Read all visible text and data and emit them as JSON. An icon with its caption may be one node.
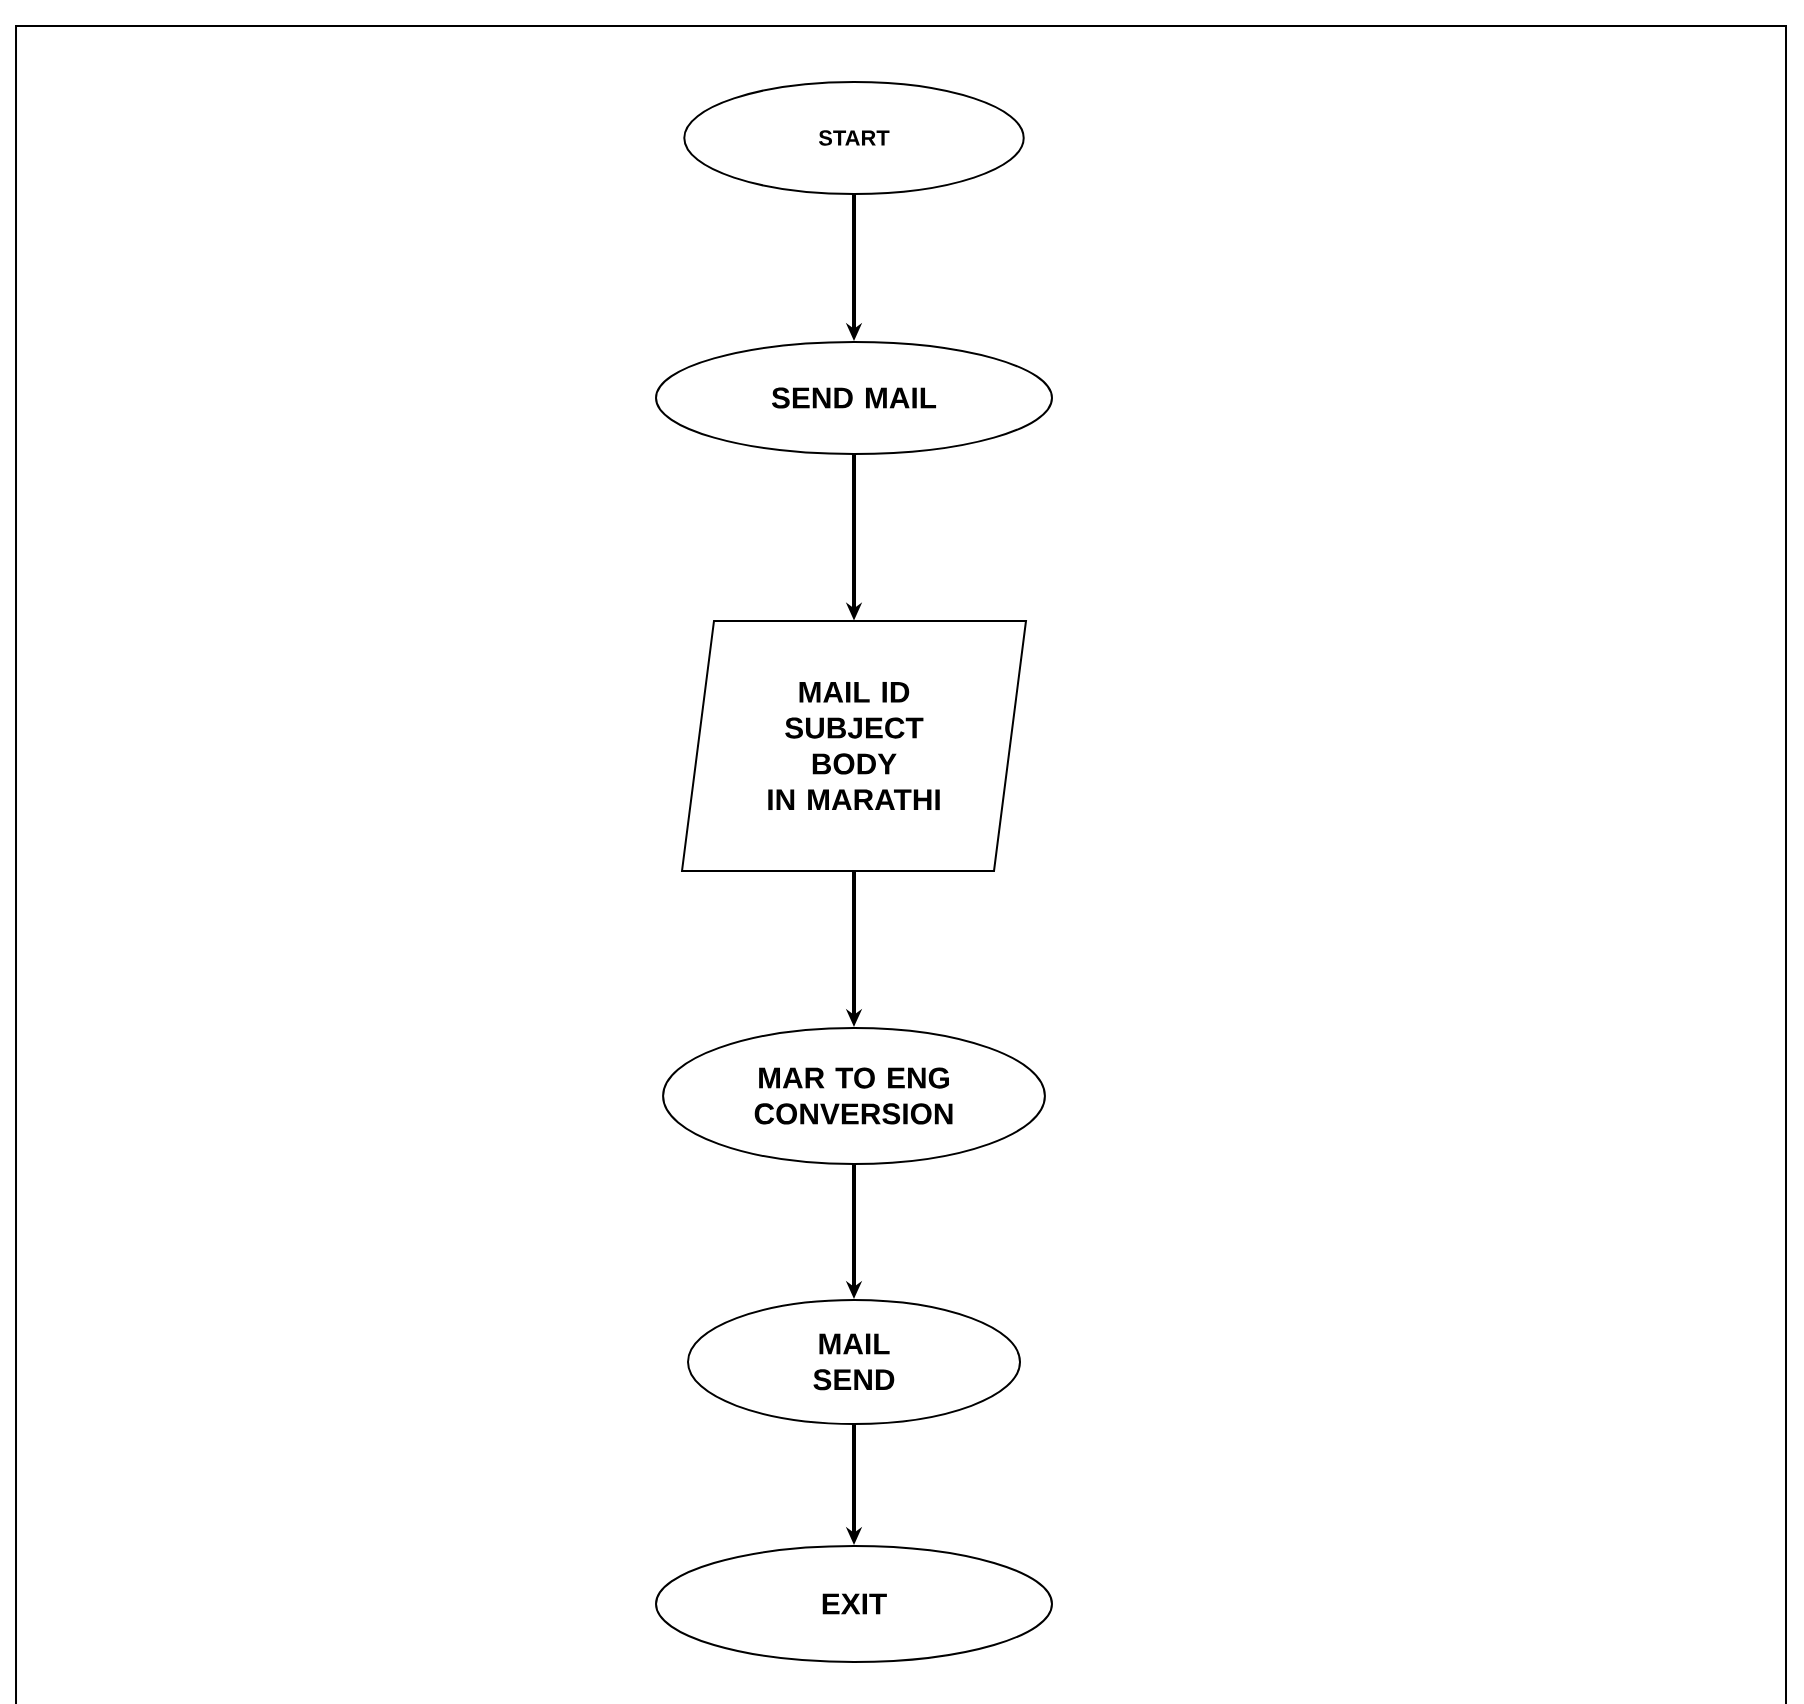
{
  "diagram": {
    "nodes": [
      {
        "text": [
          "START"
        ]
      },
      {
        "text": [
          "SEND MAIL"
        ]
      },
      {
        "text": [
          "MAIL ID",
          "SUBJECT",
          "BODY",
          "IN MARATHI"
        ]
      },
      {
        "text": [
          "MAR TO ENG CONVERSION"
        ]
      },
      {
        "text": [
          "MAIL SEND"
        ]
      },
      {
        "text": [
          "EXIT"
        ]
      }
    ],
    "edges": [
      {
        "from": 0,
        "to": 1,
        "arrow": "to"
      },
      {
        "from": 1,
        "to": 2,
        "arrow": "to"
      },
      {
        "from": 2,
        "to": 3,
        "arrow": "to"
      },
      {
        "from": 3,
        "to": 4,
        "arrow": "to"
      },
      {
        "from": 4,
        "to": 5,
        "arrow": "to"
      }
    ]
  }
}
